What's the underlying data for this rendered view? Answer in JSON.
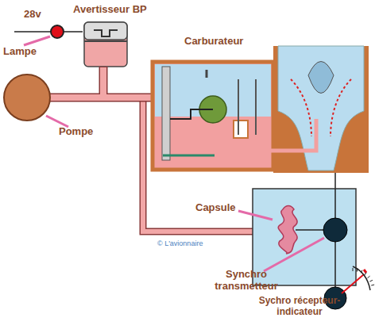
{
  "diagram": {
    "nodes": [
      {
        "text": [
          "Avertisseur BP"
        ]
      },
      {
        "text": [
          "Carburateur"
        ]
      }
    ],
    "edges": [
      {
        "from": 0,
        "to": 1,
        "arrow": "none"
      }
    ],
    "labels": [
      "28v",
      "Lampe",
      "Pompe",
      "Capsule",
      "© L'avionnaire",
      "Synchro transmetteur",
      "Sychro récepteur-indicateur"
    ]
  }
}
